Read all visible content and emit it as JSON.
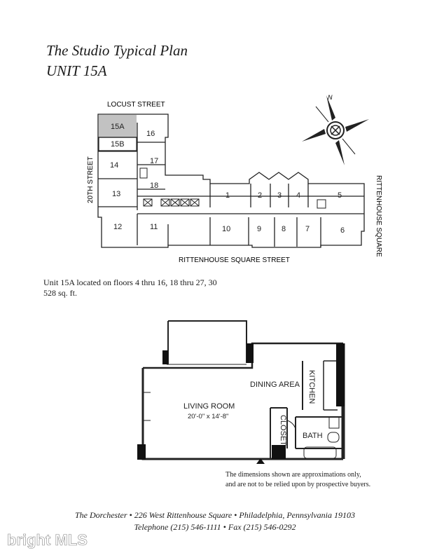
{
  "title": {
    "line1": "The Studio Typical Plan",
    "line2": "UNIT 15A"
  },
  "site_plan": {
    "streets": {
      "top": "LOCUST STREET",
      "left": "20TH STREET",
      "bottom": "RITTENHOUSE SQUARE STREET",
      "right": "RITTENHOUSE SQUARE"
    },
    "compass_label": "N",
    "units": {
      "u15a": "15A",
      "u15b": "15B",
      "u16": "16",
      "u17": "17",
      "u18": "18",
      "u14": "14",
      "u13": "13",
      "u12": "12",
      "u11": "11",
      "u10": "10",
      "u9": "9",
      "u8": "8",
      "u7": "7",
      "u6": "6",
      "u5": "5",
      "u4": "4",
      "u3": "3",
      "u2": "2",
      "u1": "1"
    }
  },
  "info": {
    "line1": "Unit 15A located on floors 4 thru 16, 18 thru 27, 30",
    "line2": "528 sq. ft."
  },
  "floor_plan": {
    "living_room": "LIVING ROOM",
    "living_room_dims": "20'-0\" x 14'-8\"",
    "dining_area": "DINING AREA",
    "kitchen": "KITCHEN",
    "closet": "CLOSET",
    "bath": "BATH"
  },
  "disclaimer": {
    "line1": "The dimensions shown are approximations only,",
    "line2": "and are not to be relied upon by prospective buyers."
  },
  "footer": {
    "line1": "The Dorchester • 226 West Rittenhouse Square • Philadelphia, Pennsylvania 19103",
    "line2": "Telephone (215) 546-1111 • Fax (215) 546-0292"
  },
  "watermark": "bright MLS"
}
